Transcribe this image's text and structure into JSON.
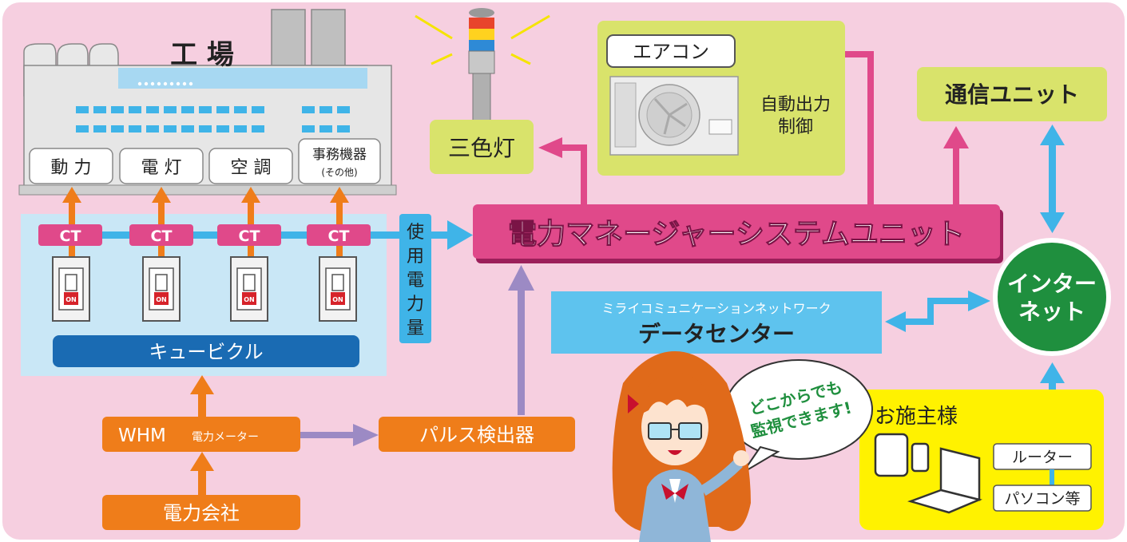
{
  "factory": {
    "title": "工 場",
    "loads": [
      {
        "label": "動 力"
      },
      {
        "label": "電 灯"
      },
      {
        "label": "空 調"
      },
      {
        "label": "事務機器",
        "sub": "(その他)"
      }
    ]
  },
  "cubicle": {
    "ct_label": "CT",
    "switch_label": "ON",
    "label": "キュービクル"
  },
  "usage_label": "使用電力量",
  "meter": {
    "whm": "WHM",
    "whm_sub": "電力メーター",
    "power_company": "電力会社",
    "pulse_detector": "パルス検出器"
  },
  "system_unit": "電力マネージャーシステムユニット",
  "signal_light": "三色灯",
  "aircon": {
    "label": "エアコン",
    "control_line1": "自動出力",
    "control_line2": "制御"
  },
  "comm_unit": "通信ユニット",
  "internet": {
    "line1": "インター",
    "line2": "ネット"
  },
  "datacenter": {
    "company": "ミライコミュニケーションネットワーク",
    "label": "データセンター"
  },
  "speech": {
    "line1": "どこからでも",
    "line2": "監視できます!"
  },
  "owner": {
    "label": "お施主様",
    "router": "ルーター",
    "pc": "パソコン等"
  },
  "colors": {
    "background": "#f6cfe0",
    "pink": "#e0498a",
    "orange": "#ef7d1a",
    "blue": "#3fb4e8",
    "purple": "#9c8ac4",
    "green_box": "#d9e36b",
    "internet": "#1f8f3e",
    "navy": "#1a6bb3",
    "owner_box": "#fff200"
  }
}
